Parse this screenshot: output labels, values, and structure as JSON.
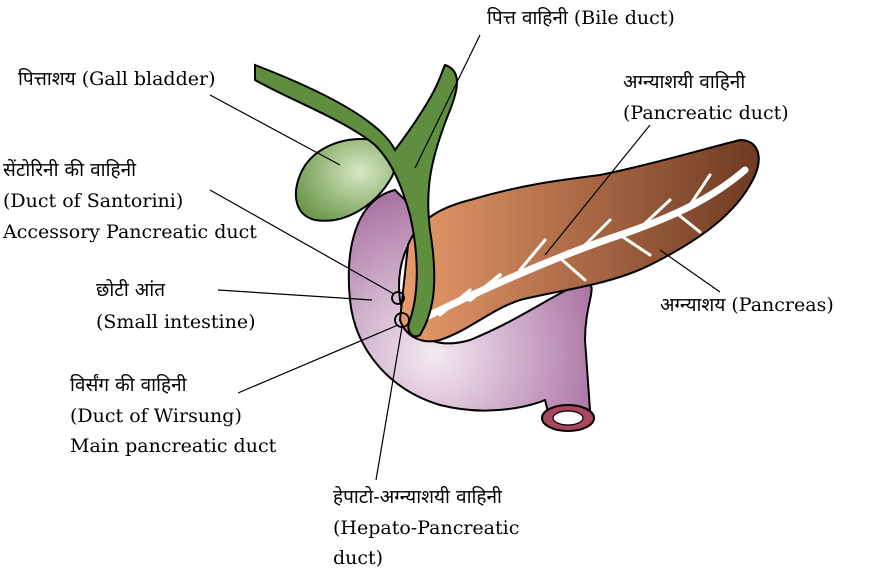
{
  "colors": {
    "gall_bladder": "#6f9a4e",
    "bile_duct": "#5f8f3e",
    "intestine": "#a56b9d",
    "pancreas_tail": "#6e3a22",
    "pancreas_head": "#e89a6a",
    "duct": "#ffffff",
    "leader_line": "#000000"
  },
  "labels": {
    "bile_duct": "पित्त वाहिनी (Bile duct)",
    "gall_bladder": "पित्ताशय (Gall bladder)",
    "pancreatic_duct_hi": "अग्न्याशयी वाहिनी",
    "pancreatic_duct_en": "(Pancreatic duct)",
    "santorini_hi": "सेंटोरिनी की वाहिनी",
    "santorini_en": "(Duct of Santorini)",
    "santorini_alt": "Accessory Pancreatic duct",
    "small_intestine_hi": "छोटी आंत",
    "small_intestine_en": "(Small intestine)",
    "pancreas": "अग्न्याशय (Pancreas)",
    "wirsung_hi": "विर्संग की वाहिनी",
    "wirsung_en": "(Duct of Wirsung)",
    "wirsung_alt": "Main pancreatic duct",
    "hepato_hi": "हेपाटो-अग्न्याशयी वाहिनी",
    "hepato_en": "(Hepato-Pancreatic",
    "hepato_en2": "duct)"
  }
}
